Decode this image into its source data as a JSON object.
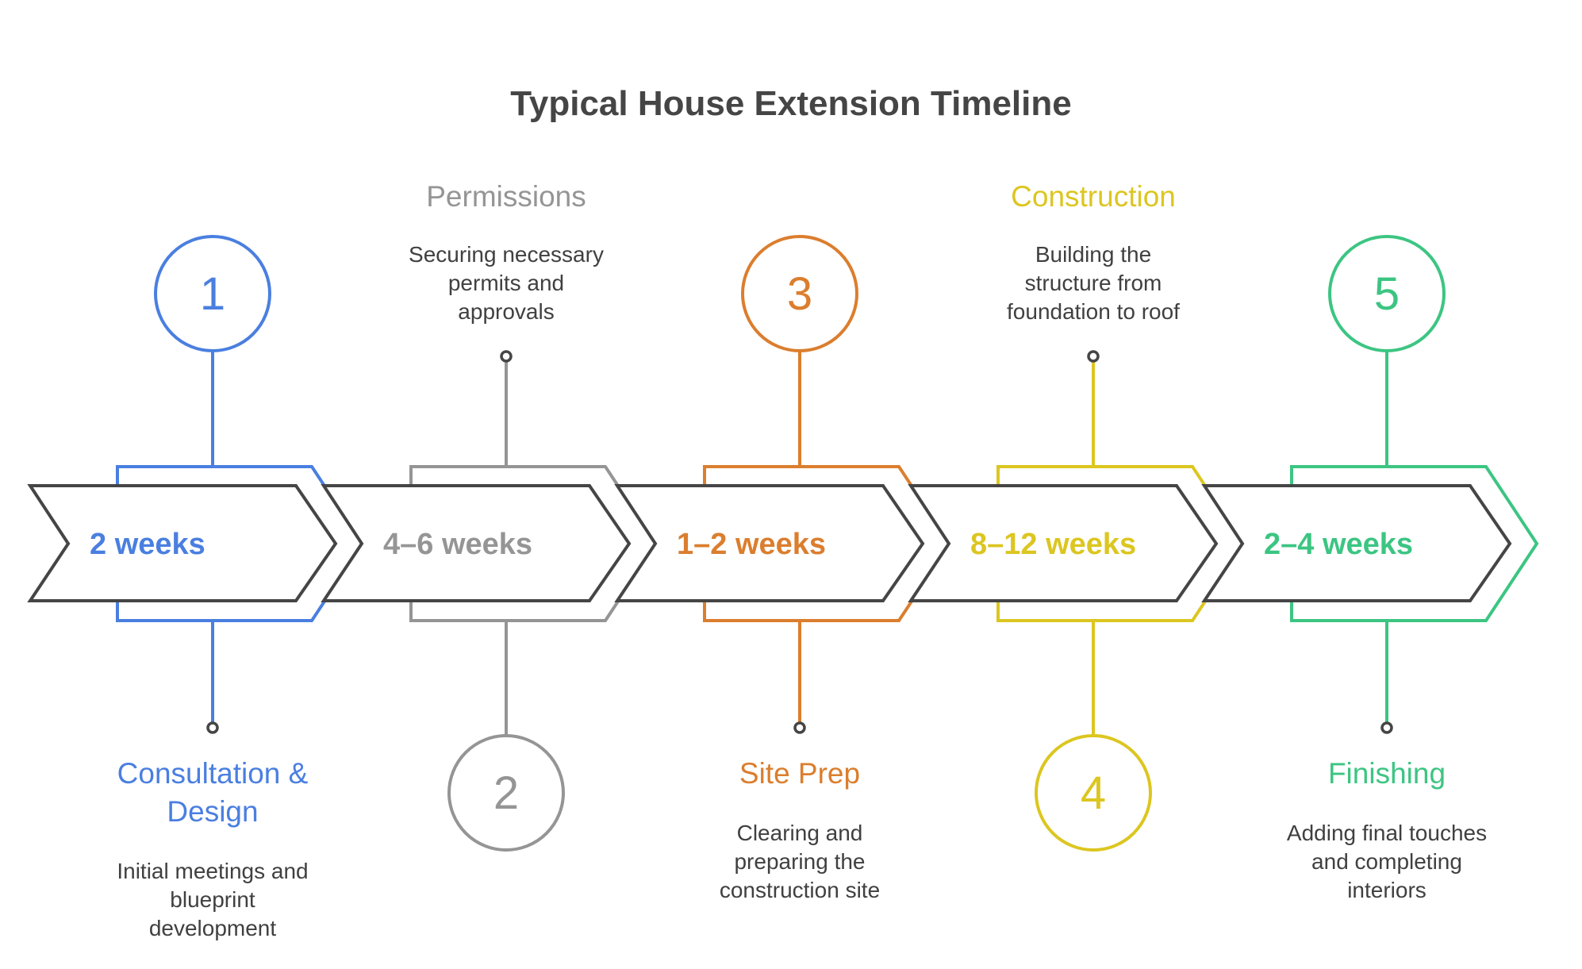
{
  "title": "Typical House Extension Timeline",
  "colors": {
    "text_dark": "#404040",
    "outline": "#454545",
    "dot": "#454545"
  },
  "steps": [
    {
      "number": "1",
      "name": "Consultation & Design",
      "name_lines": [
        "Consultation &",
        "Design"
      ],
      "duration": "2 weeks",
      "description_lines": [
        "Initial meetings and",
        "blueprint",
        "development"
      ],
      "color": "#4A7FE0",
      "circle_position": "top"
    },
    {
      "number": "2",
      "name": "Permissions",
      "name_lines": [
        "Permissions"
      ],
      "duration": "4–6 weeks",
      "description_lines": [
        "Securing necessary",
        "permits and",
        "approvals"
      ],
      "color": "#959595",
      "circle_position": "bottom"
    },
    {
      "number": "3",
      "name": "Site Prep",
      "name_lines": [
        "Site Prep"
      ],
      "duration": "1–2 weeks",
      "description_lines": [
        "Clearing and",
        "preparing the",
        "construction site"
      ],
      "color": "#DB7E2E",
      "circle_position": "top"
    },
    {
      "number": "4",
      "name": "Construction",
      "name_lines": [
        "Construction"
      ],
      "duration": "8–12 weeks",
      "description_lines": [
        "Building the",
        "structure from",
        "foundation to roof"
      ],
      "color": "#DCC620",
      "circle_position": "bottom"
    },
    {
      "number": "5",
      "name": "Finishing",
      "name_lines": [
        "Finishing"
      ],
      "duration": "2–4 weeks",
      "description_lines": [
        "Adding final touches",
        "and completing",
        "interiors"
      ],
      "color": "#3CC582",
      "circle_position": "top"
    }
  ]
}
